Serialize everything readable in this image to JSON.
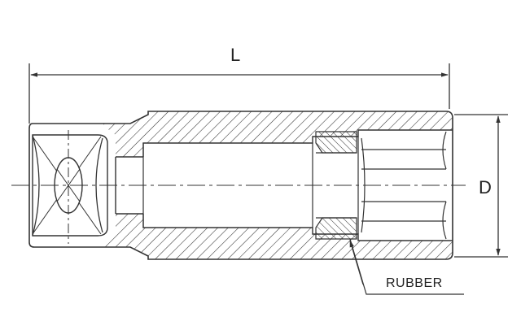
{
  "drawing": {
    "dimension_length_label": "L",
    "dimension_diameter_label": "D",
    "callout_label": "RUBBER",
    "line_color": "#333333",
    "background_color": "#ffffff"
  }
}
